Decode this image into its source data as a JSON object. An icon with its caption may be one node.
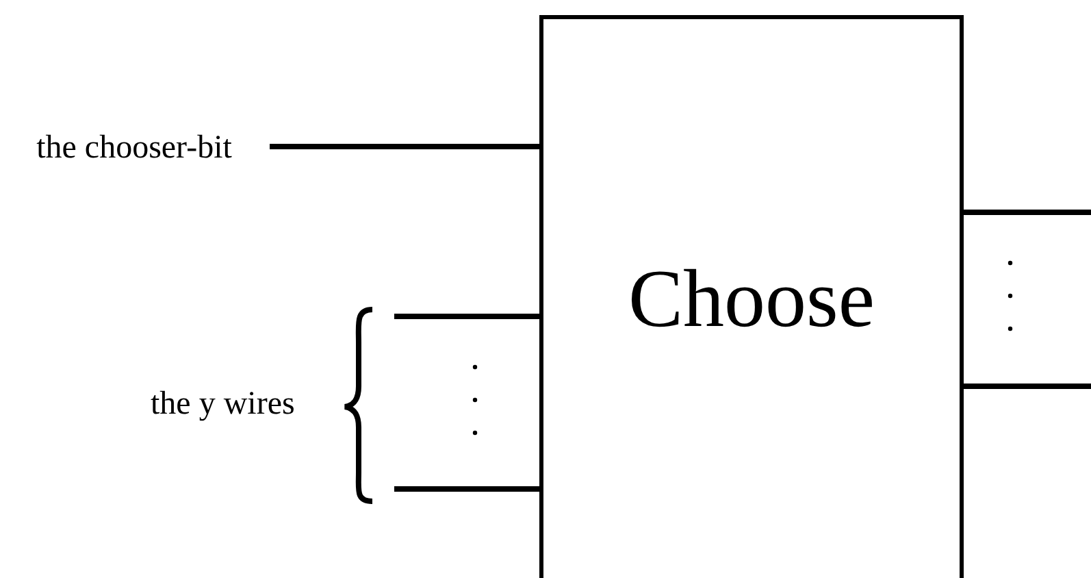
{
  "diagram": {
    "nodes": [
      {
        "text": [
          "the chooser-bit"
        ]
      },
      {
        "text": [
          "Choose"
        ]
      }
    ],
    "edges": [
      {
        "from": 0,
        "to": 1,
        "arrow": "none"
      },
      {
        "from": null,
        "to": 1,
        "arrow": "none"
      },
      {
        "from": null,
        "to": 1,
        "arrow": "none"
      },
      {
        "from": 1,
        "to": null,
        "arrow": "none"
      },
      {
        "from": 1,
        "to": null,
        "arrow": "none"
      }
    ],
    "labels": [
      "the y wires"
    ]
  }
}
